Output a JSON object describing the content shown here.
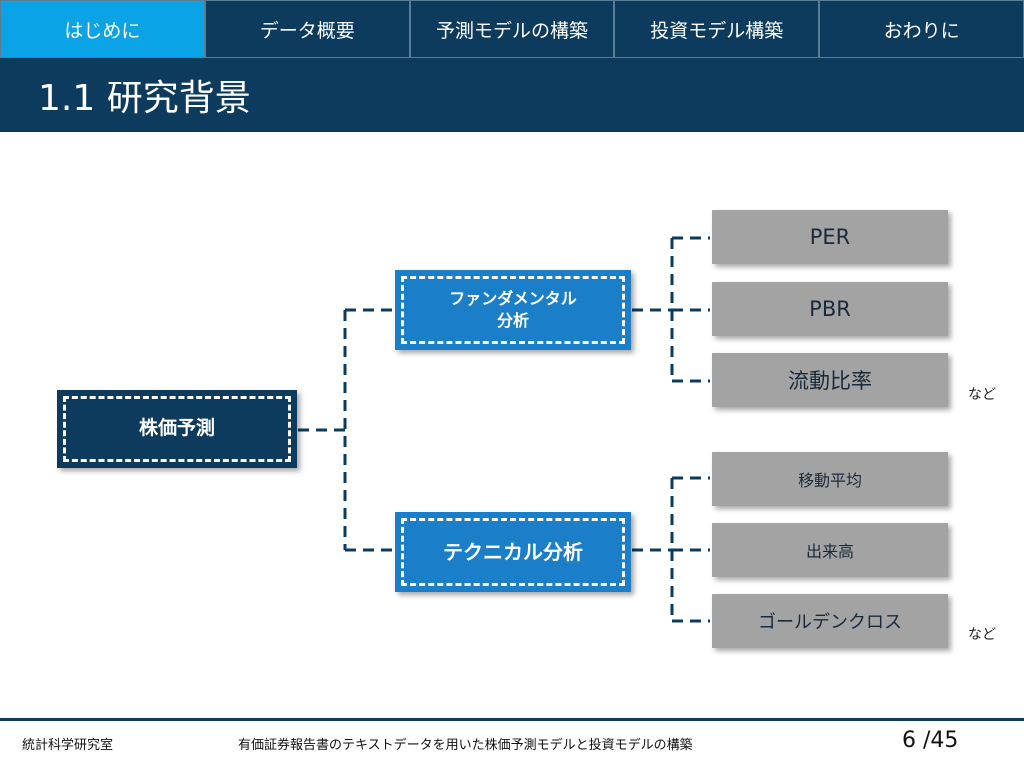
{
  "nav": {
    "tabs": [
      {
        "label": "はじめに"
      },
      {
        "label": "データ概要"
      },
      {
        "label": "予測モデルの構築"
      },
      {
        "label": "投資モデル構築"
      },
      {
        "label": "おわりに"
      }
    ],
    "active_index": 0
  },
  "title": "1.1 研究背景",
  "diagram": {
    "root": "株価予測",
    "branches": [
      {
        "label_line1": "ファンダメンタル",
        "label_line2": "分析",
        "leaves": [
          "PER",
          "PBR",
          "流動比率"
        ],
        "etc": "など"
      },
      {
        "label_line1": "テクニカル分析",
        "label_line2": "",
        "leaves": [
          "移動平均",
          "出来高",
          "ゴールデンクロス"
        ],
        "etc": "など"
      }
    ]
  },
  "colors": {
    "navy": "#0d3b5e",
    "active_tab": "#0aa4e6",
    "branch_blue": "#1a7fc8",
    "leaf_gray": "#a3a3a3"
  },
  "footer": {
    "lab": "統計科学研究室",
    "subtitle": "有価証券報告書のテキストデータを用いた株価予測モデルと投資モデルの構築",
    "page": "6 /45"
  }
}
